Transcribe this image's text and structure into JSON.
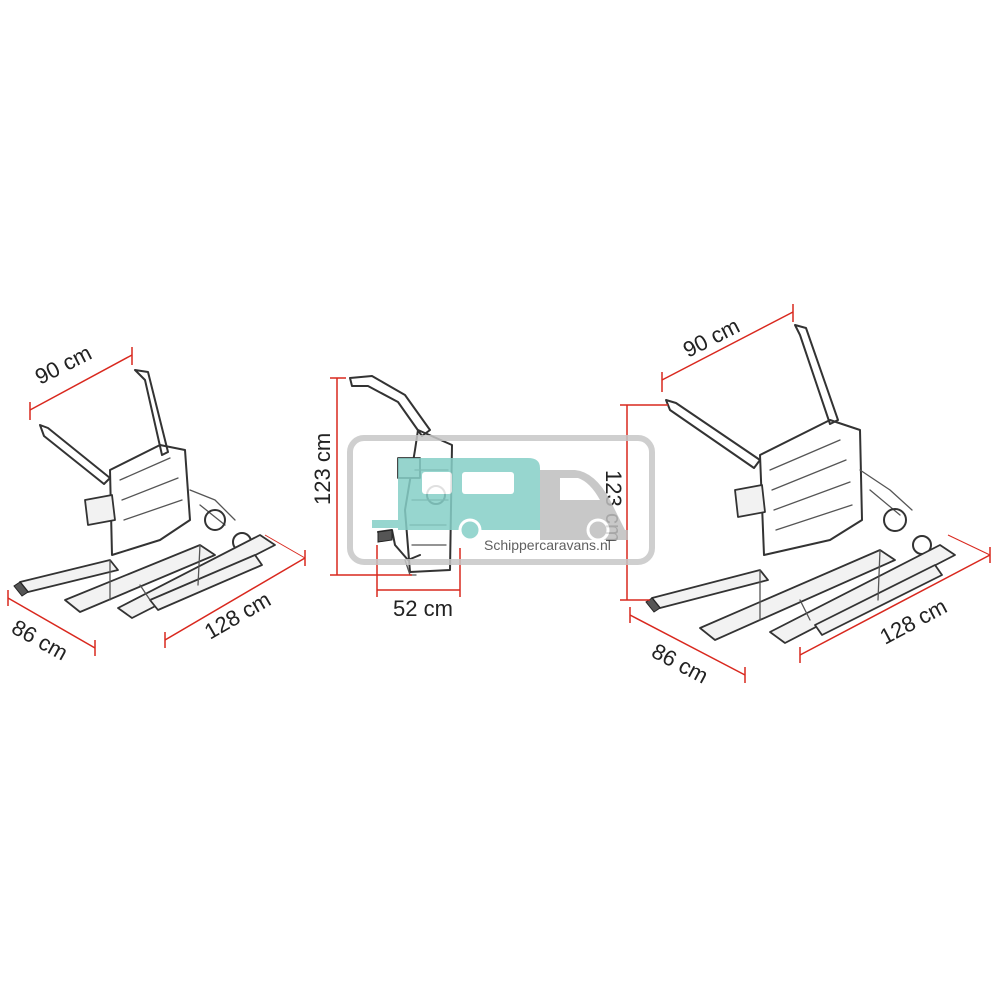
{
  "colors": {
    "dimension_line": "#d9281e",
    "rack_stroke": "#333333",
    "watermark_frame": "#c7c7c7",
    "watermark_teal": "#86cfc7",
    "watermark_grey": "#bfbfbf"
  },
  "views": {
    "left": {
      "width_label": "90 cm",
      "depth_label": "86 cm",
      "length_label": "128 cm"
    },
    "middle": {
      "height_label": "123 cm",
      "depth_label": "52 cm"
    },
    "right": {
      "width_label": "90 cm",
      "height_label": "123 cm",
      "depth_label": "86 cm",
      "length_label": "128 cm"
    }
  },
  "watermark": {
    "text": "Schippercaravans.nl",
    "icon": "camper-van-icon"
  }
}
